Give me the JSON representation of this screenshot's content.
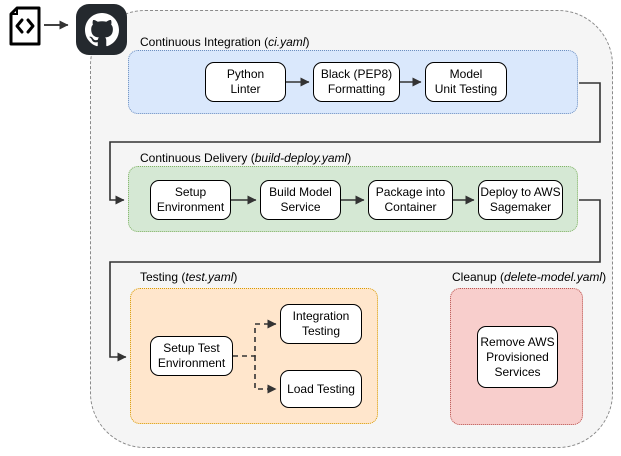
{
  "diagram_title": "GitHub Actions ML CI/CD workflow diagram",
  "icons": {
    "source": "code-file-icon",
    "repository": "github-logo-icon"
  },
  "colors": {
    "container_fill": "#f5f5f5",
    "ci_fill": "#dae8fc",
    "ci_stroke": "#6c8ebf",
    "cd_fill": "#d5e8d4",
    "cd_stroke": "#82b366",
    "testing_fill": "#ffe6cc",
    "testing_stroke": "#d79b00",
    "cleanup_fill": "#f8cecc",
    "cleanup_stroke": "#b85450",
    "github_badge_bg": "#24292e",
    "node_fill": "#ffffff",
    "node_stroke": "#000000"
  },
  "sections": {
    "ci": {
      "title_prefix": "Continuous Integration (",
      "file": "ci.yaml",
      "title_suffix": ")",
      "nodes": [
        {
          "line1": "Python",
          "line2": "Linter"
        },
        {
          "line1": "Black (PEP8)",
          "line2": "Formatting"
        },
        {
          "line1": "Model",
          "line2": "Unit Testing"
        }
      ]
    },
    "cd": {
      "title_prefix": "Continuous Delivery (",
      "file": "build-deploy.yaml",
      "title_suffix": ")",
      "nodes": [
        {
          "line1": "Setup",
          "line2": "Environment"
        },
        {
          "line1": "Build Model",
          "line2": "Service"
        },
        {
          "line1": "Package into",
          "line2": "Container"
        },
        {
          "line1": "Deploy to AWS",
          "line2": "Sagemaker"
        }
      ]
    },
    "testing": {
      "title_prefix": "Testing (",
      "file": "test.yaml",
      "title_suffix": ")",
      "nodes": [
        {
          "line1": "Setup Test",
          "line2": "Environment"
        },
        {
          "line1": "Integration",
          "line2": "Testing"
        },
        {
          "line1": "Load Testing",
          "line2": ""
        }
      ]
    },
    "cleanup": {
      "title_prefix": "Cleanup (",
      "file": "delete-model.yaml",
      "title_suffix": ")",
      "nodes": [
        {
          "line1": "Remove AWS",
          "line2": "Provisioned",
          "line3": "Services"
        }
      ]
    }
  }
}
